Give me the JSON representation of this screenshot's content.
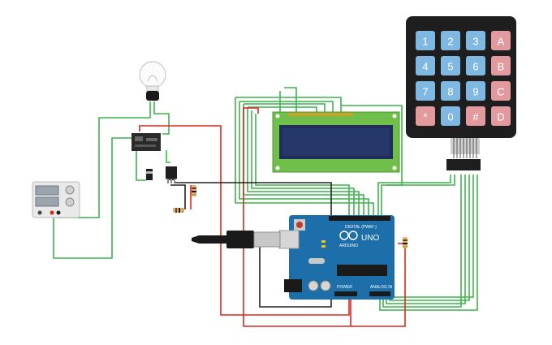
{
  "keypad": {
    "keys": [
      {
        "label": "1",
        "color": "#7fb8e0"
      },
      {
        "label": "2",
        "color": "#7fb8e0"
      },
      {
        "label": "3",
        "color": "#7fb8e0"
      },
      {
        "label": "A",
        "color": "#e39a9e"
      },
      {
        "label": "4",
        "color": "#7fb8e0"
      },
      {
        "label": "5",
        "color": "#7fb8e0"
      },
      {
        "label": "6",
        "color": "#7fb8e0"
      },
      {
        "label": "B",
        "color": "#e39a9e"
      },
      {
        "label": "7",
        "color": "#7fb8e0"
      },
      {
        "label": "8",
        "color": "#7fb8e0"
      },
      {
        "label": "9",
        "color": "#7fb8e0"
      },
      {
        "label": "C",
        "color": "#e39a9e"
      },
      {
        "label": "*",
        "color": "#e39a9e"
      },
      {
        "label": "0",
        "color": "#7fb8e0"
      },
      {
        "label": "#",
        "color": "#e39a9e"
      },
      {
        "label": "D",
        "color": "#e39a9e"
      }
    ]
  },
  "arduino": {
    "brand": "ARDUINO",
    "model": "UNO",
    "digital_label": "DIGITAL (PWM~)",
    "power_label": "POWER",
    "analog_label": "ANALOG IN"
  },
  "colors": {
    "wire_green": "#3cb44b",
    "wire_red": "#d8281e",
    "wire_black": "#222222",
    "board_blue": "#1c6fa8",
    "lcd_green": "#6fbf4a",
    "lcd_screen": "#1f2f5a"
  }
}
